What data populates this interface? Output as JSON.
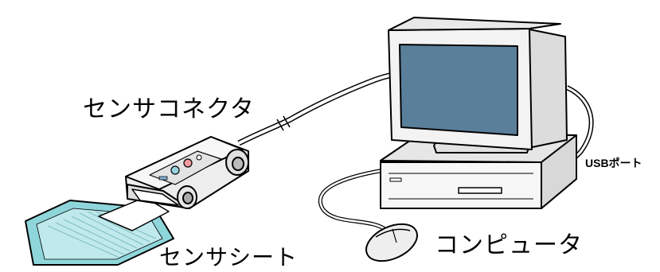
{
  "labels": {
    "sensor_connector": "センサコネクタ",
    "sensor_sheet": "センサシート",
    "computer": "コンピュータ",
    "usb_port": "USBポート"
  },
  "colors": {
    "screen": "#5a7f9b",
    "sheet": "#8fd6db",
    "body": "#efefef",
    "outline": "#000000"
  }
}
